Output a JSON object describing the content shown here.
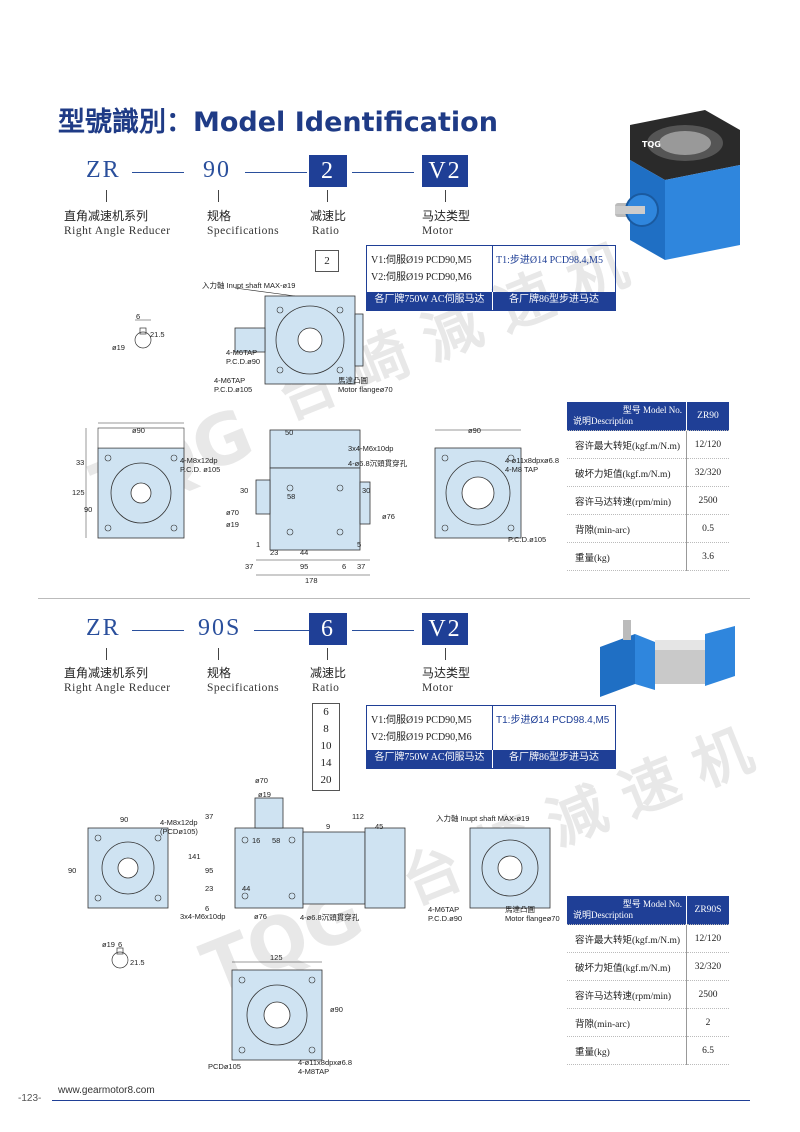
{
  "page": {
    "title": "型號識別：Model Identification",
    "url": "www.gearmotor8.com",
    "page_number": "-123-",
    "watermark_text": "台 崎 減 速 机",
    "watermark_logo": "TQG",
    "accent": "#1f3f96"
  },
  "model1": {
    "code": {
      "series": "ZR",
      "spec": "90",
      "ratio": "2",
      "motor": "V2"
    },
    "labels": {
      "series_cn": "直角减速机系列",
      "series_en": "Right Angle Reducer",
      "spec_cn": "规格",
      "spec_en": "Specifications",
      "ratio_cn": "减速比",
      "ratio_en": "Ratio",
      "motor_cn": "马达类型",
      "motor_en": "Motor"
    },
    "ratios": [
      "2"
    ],
    "motor": {
      "v1": "V1:伺服Ø19 PCD90,M5",
      "v2": "V2:伺服Ø19 PCD90,M6",
      "t1": "T1:步进Ø14 PCD98.4,M5",
      "foot_servo": "各厂牌750W AC伺服马达",
      "foot_step": "各厂牌86型步进马达"
    },
    "spec_table": {
      "header_model": "型号 Model No.",
      "header_desc": "说明Description",
      "header_value": "ZR90",
      "rows": [
        {
          "label": "容许最大转矩(kgf.m/N.m)",
          "value": "12/120"
        },
        {
          "label": "破坏力矩值(kgf.m/N.m)",
          "value": "32/320"
        },
        {
          "label": "容许马达转速(rpm/min)",
          "value": "2500"
        },
        {
          "label": "背隙(min-arc)",
          "value": "0.5"
        },
        {
          "label": "重量(kg)",
          "value": "3.6"
        }
      ]
    },
    "drawing": {
      "input_shaft": "入力軸 Inupt shaft MAX-ø19",
      "m6tap_90": "4-M6TAP\nP.C.D.ø90",
      "m6tap_105": "4-M6TAP\nP.C.D.ø105",
      "motor_flange": "馬達凸圓\nMotor flangeø70",
      "m8x12dp": "4-M8x12dp\nP.C.D. ø105",
      "m6x10dp": "3x4-M6x10dp",
      "counterbore": "4-ø6.8沉頭貫穿孔",
      "m11x8dp": "4-ø11x8dpxø6.8\n4-M8 TAP",
      "pcd105": "P.C.D.ø105",
      "d90_left": "ø90",
      "d90_right": "ø90",
      "d50": "50",
      "d30": "30",
      "d30b": "30",
      "d58": "58",
      "d44": "44",
      "d23": "23",
      "d37": "37",
      "d95": "95",
      "d6": "6",
      "d37b": "37",
      "d178": "178",
      "d125": "125",
      "d33": "33",
      "d90v": "90",
      "d70": "ø70",
      "d19": "ø19",
      "d76": "ø76",
      "d1": "1",
      "d5": "5",
      "key6": "6",
      "key21": "21.5",
      "key19": "ø19"
    }
  },
  "model2": {
    "code": {
      "series": "ZR",
      "spec": "90S",
      "ratio": "6",
      "motor": "V2"
    },
    "labels": {
      "series_cn": "直角减速机系列",
      "series_en": "Right Angle Reducer",
      "spec_cn": "规格",
      "spec_en": "Specifications",
      "ratio_cn": "减速比",
      "ratio_en": "Ratio",
      "motor_cn": "马达类型",
      "motor_en": "Motor"
    },
    "ratios": [
      "6",
      "8",
      "10",
      "14",
      "20"
    ],
    "motor": {
      "v1": "V1:伺服Ø19 PCD90,M5",
      "v2": "V2:伺服Ø19 PCD90,M6",
      "t1": "T1:步进Ø14 PCD98.4,M5",
      "foot_servo": "各厂牌750W AC伺服马达",
      "foot_step": "各厂牌86型步进马达"
    },
    "spec_table": {
      "header_model": "型号 Model No.",
      "header_desc": "说明Description",
      "header_value": "ZR90S",
      "rows": [
        {
          "label": "容许最大转矩(kgf.m/N.m)",
          "value": "12/120"
        },
        {
          "label": "破坏力矩值(kgf.m/N.m)",
          "value": "32/320"
        },
        {
          "label": "容许马达转速(rpm/min)",
          "value": "2500"
        },
        {
          "label": "背隙(min-arc)",
          "value": "2"
        },
        {
          "label": "重量(kg)",
          "value": "6.5"
        }
      ]
    },
    "drawing": {
      "input_shaft": "入力軸 Inupt shaft MAX-ø19",
      "m8x12dp": "4-M8x12dp\n(PCDø105)",
      "m6x10dp": "3x4-M6x10dp",
      "counterbore": "4-ø6.8沉頭貫穿孔",
      "m6tap": "4-M6TAP\nP.C.D.ø90",
      "motor_flange": "馬達凸圓\nMotor flangeø70",
      "pcd105": "PCDø105",
      "m11x8dp": "4-ø11x8dpxø6.8\n4-M8TAP",
      "d90": "90",
      "d90v": "90",
      "d70": "ø70",
      "d19": "ø19",
      "d112": "112",
      "d45": "45",
      "d9": "9",
      "d16": "16",
      "d58": "58",
      "d141": "141",
      "d95": "95",
      "d37": "37",
      "d23": "23",
      "d44": "44",
      "d76": "ø76",
      "d6": "6",
      "d125": "125",
      "d90r": "ø90",
      "key6": "6",
      "key21": "21.5",
      "key19": "ø19"
    }
  }
}
